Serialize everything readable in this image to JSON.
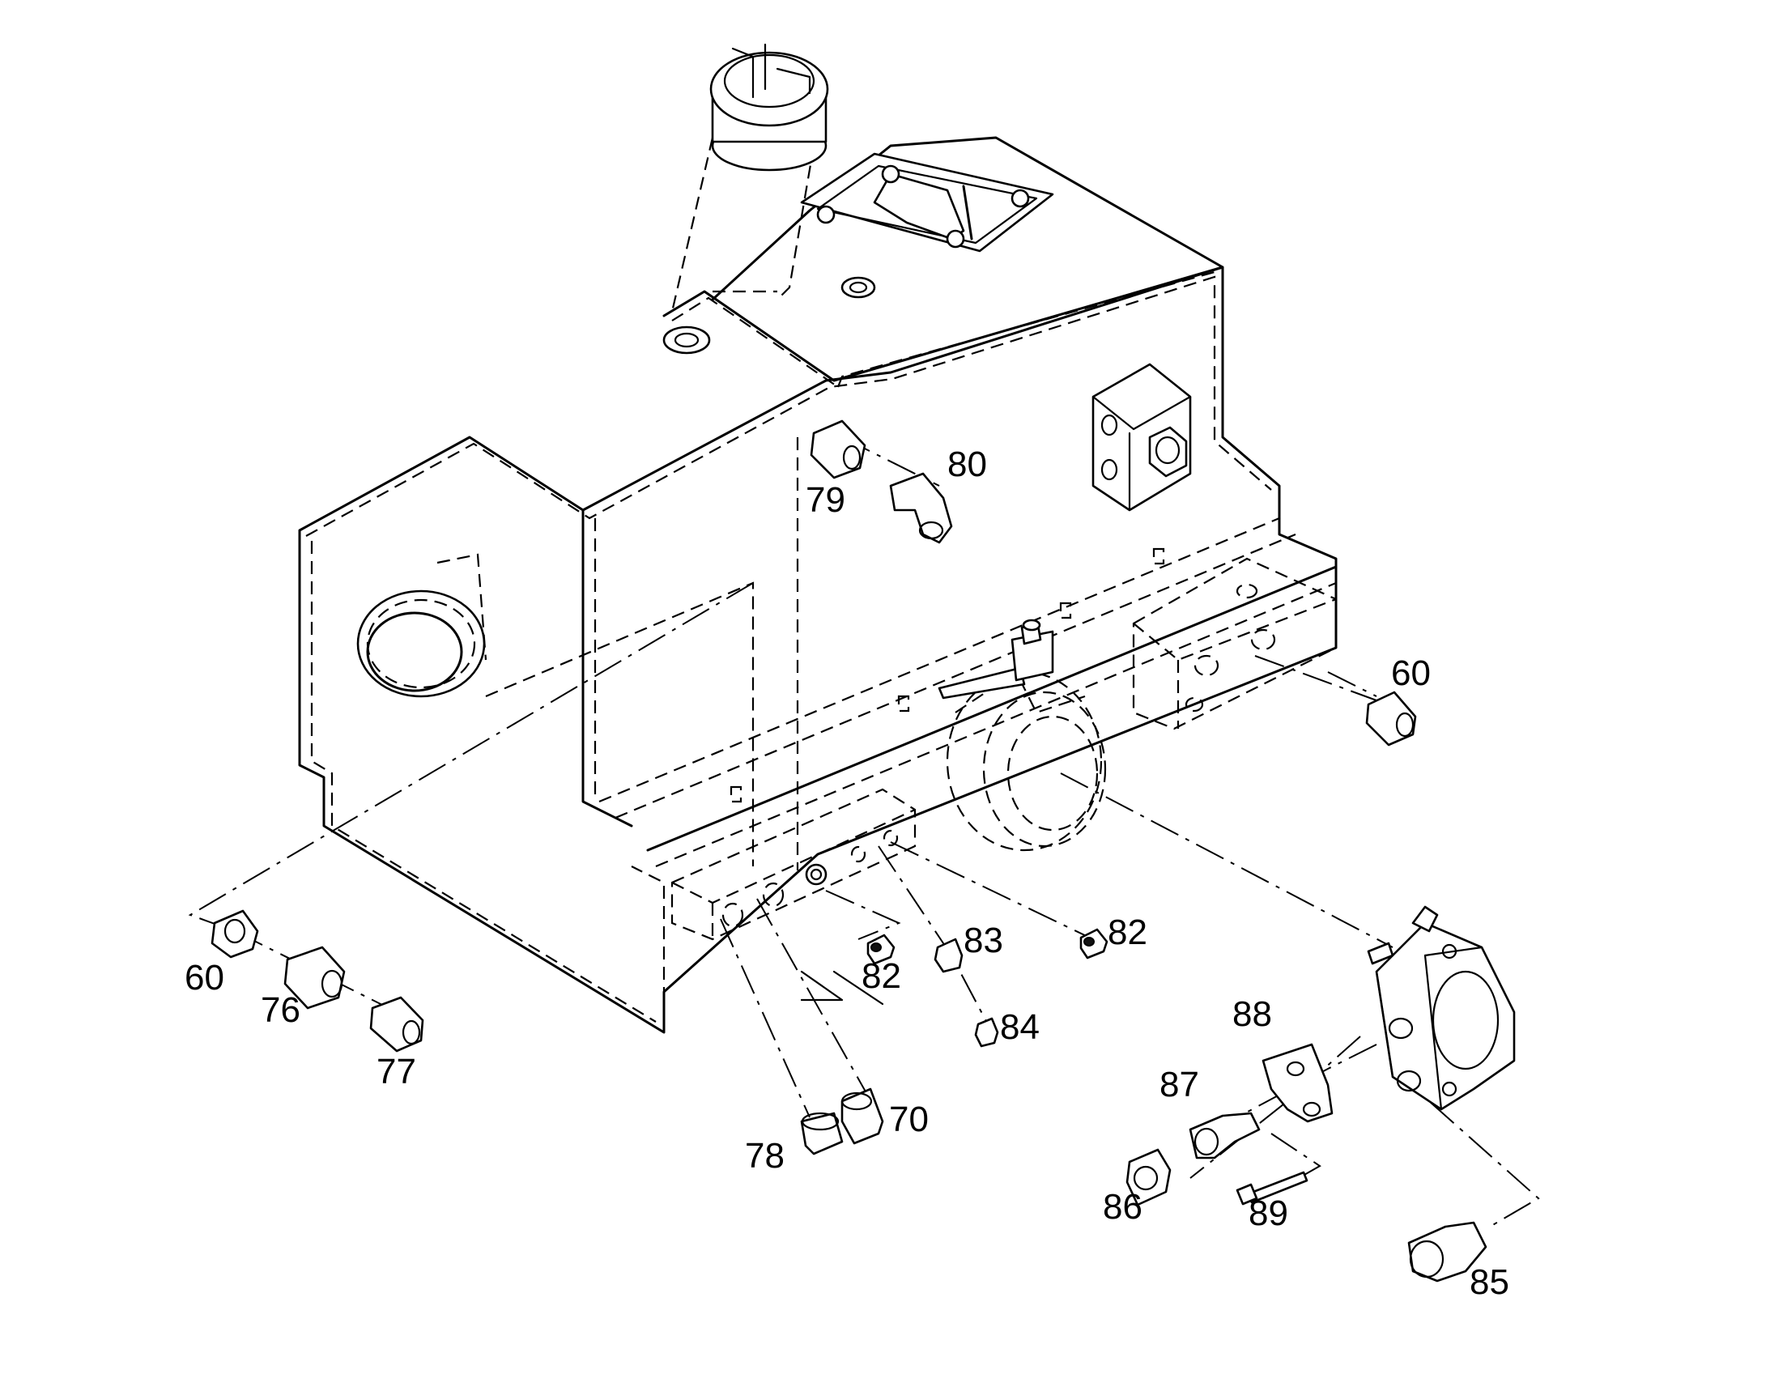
{
  "callouts": [
    {
      "id": "c60a",
      "text": "60"
    },
    {
      "id": "c60b",
      "text": "60"
    },
    {
      "id": "c70",
      "text": "70"
    },
    {
      "id": "c76",
      "text": "76"
    },
    {
      "id": "c77",
      "text": "77"
    },
    {
      "id": "c78",
      "text": "78"
    },
    {
      "id": "c79",
      "text": "79"
    },
    {
      "id": "c80",
      "text": "80"
    },
    {
      "id": "c82a",
      "text": "82"
    },
    {
      "id": "c82b",
      "text": "82"
    },
    {
      "id": "c83",
      "text": "83"
    },
    {
      "id": "c84",
      "text": "84"
    },
    {
      "id": "c85",
      "text": "85"
    },
    {
      "id": "c86",
      "text": "86"
    },
    {
      "id": "c87",
      "text": "87"
    },
    {
      "id": "c88",
      "text": "88"
    },
    {
      "id": "c89",
      "text": "89"
    }
  ]
}
